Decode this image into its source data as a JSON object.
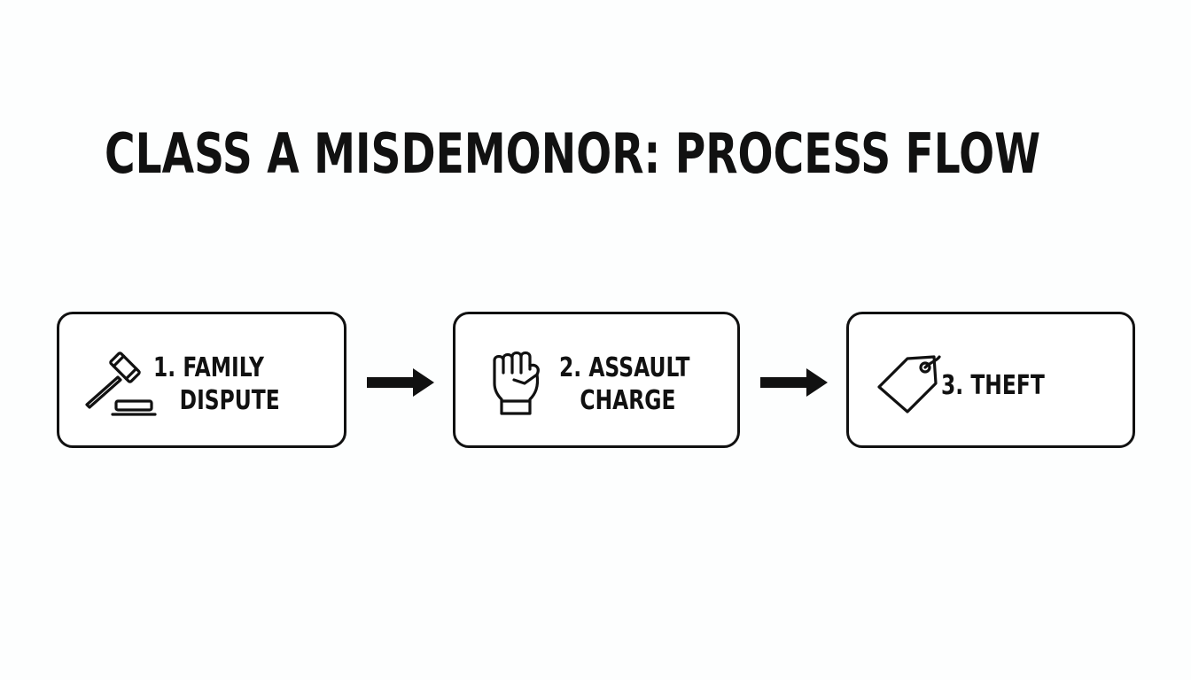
{
  "diagram": {
    "title": "CLASS A MISDEMONOR: PROCESS FLOW",
    "steps": [
      {
        "line1": "1. FAMILY",
        "line2": "DISPUTE",
        "icon": "gavel-icon"
      },
      {
        "line1": "2. ASSAULT",
        "line2": "CHARGE",
        "icon": "fist-icon"
      },
      {
        "line1": "3. THEFT",
        "line2": "",
        "icon": "price-tag-icon"
      }
    ],
    "connectors": [
      "arrow-right",
      "arrow-right"
    ],
    "colors": {
      "background": "#fdfefe",
      "stroke": "#111111",
      "text": "#111111"
    }
  }
}
